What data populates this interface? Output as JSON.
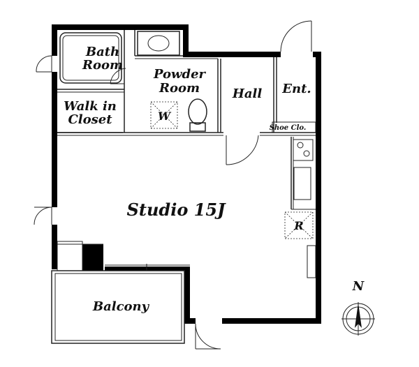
{
  "rooms": {
    "bath_line1": "Bath",
    "bath_line2": "Room",
    "powder_line1": "Powder",
    "powder_line2": "Room",
    "hall": "Hall",
    "entrance": "Ent.",
    "closet_line1": "Walk in",
    "closet_line2": "Closet",
    "shoe_closet": "Shoe Clo.",
    "studio": "Studio 15J",
    "balcony": "Balcony"
  },
  "fixtures": {
    "washer_mark": "W",
    "fridge_mark": "R"
  },
  "compass": {
    "north": "N"
  }
}
